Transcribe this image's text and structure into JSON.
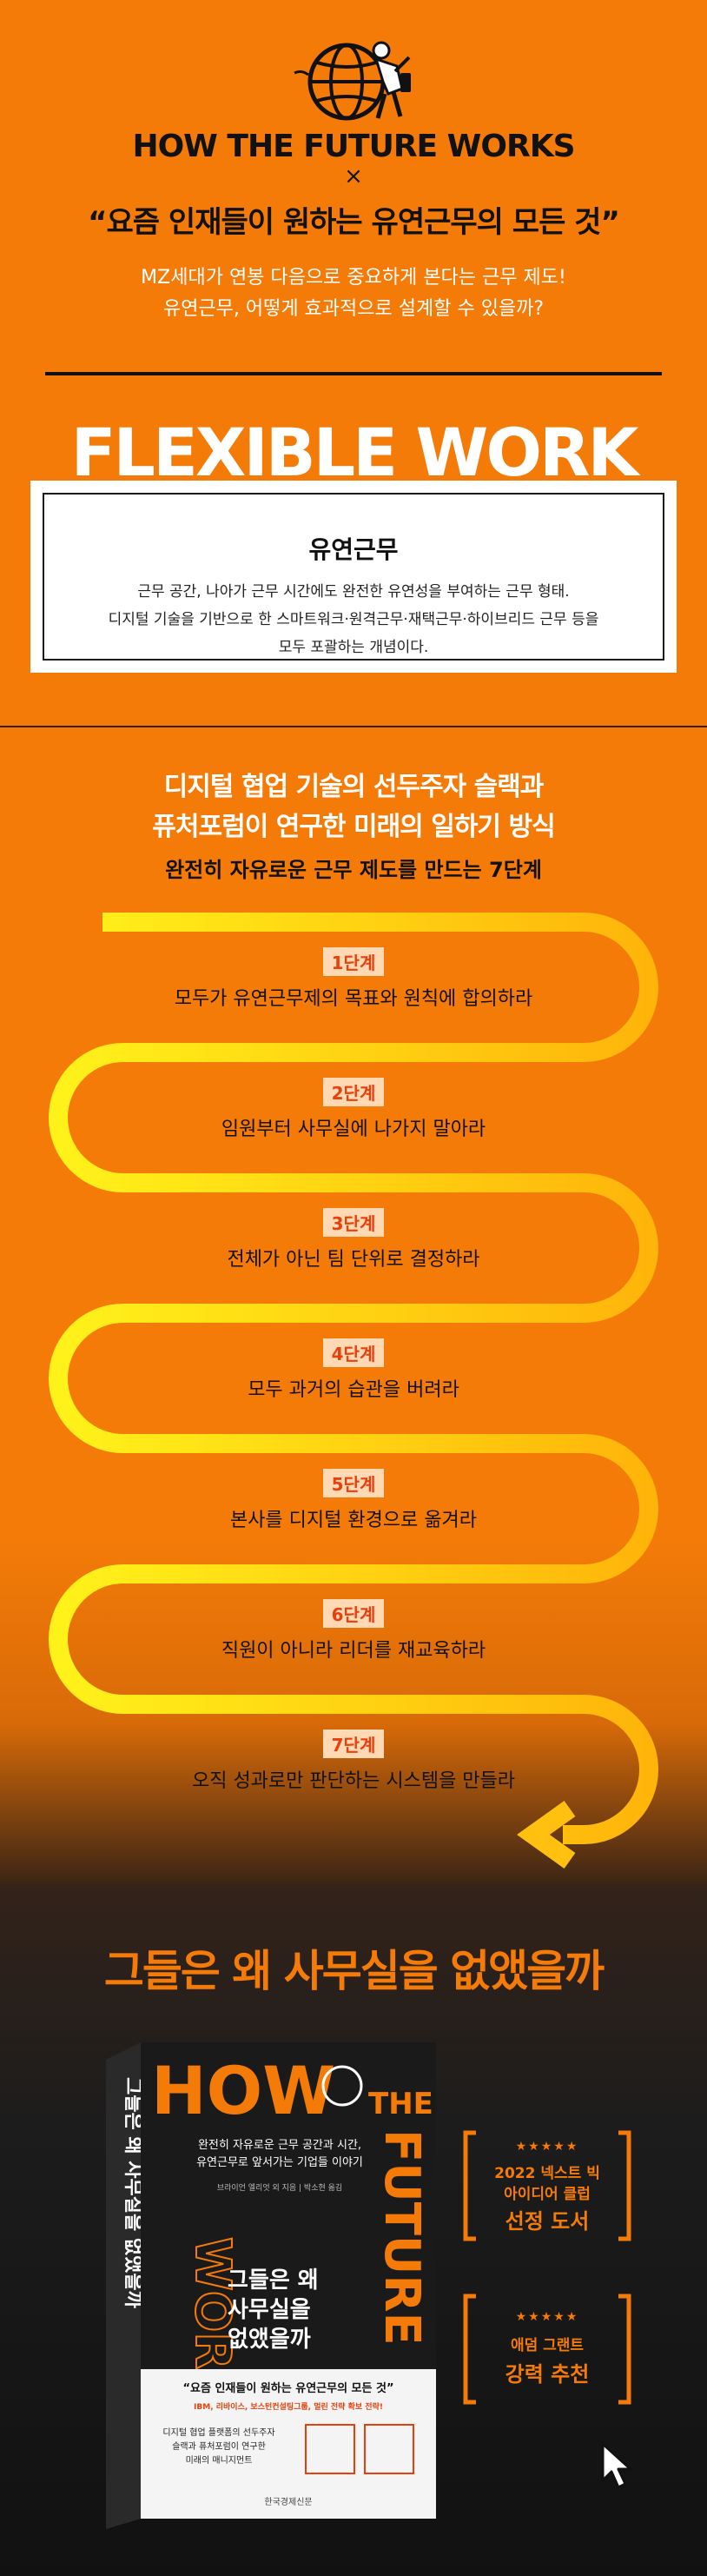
{
  "header": {
    "brand": "HOW THE FUTURE WORKS",
    "times": "×",
    "quote": "“요즘 인재들이 원하는 유연근무의 모든 것”",
    "sub_line1": "MZ세대가 연봉 다음으로 중요하게 본다는 근무 제도!",
    "sub_line2": "유연근무, 어떻게 효과적으로 설계할 수 있을까?"
  },
  "flexible": {
    "title": "FLEXIBLE WORK",
    "def_title": "유연근무",
    "def_line1": "근무 공간, 나아가 근무 시간에도 완전한 유연성을 부여하는 근무 형태.",
    "def_line2": "디지털 기술을 기반으로 한 스마트워크·원격근무·재택근무·하이브리드 근무 등을",
    "def_line3": "모두 포괄하는 개념이다."
  },
  "steps_section": {
    "title_line1": "디지털 협업 기술의 선두주자 슬랙과",
    "title_line2": "퓨처포럼이 연구한 미래의 일하기 방식",
    "subtitle": "완전히 자유로운 근무 제도를 만드는 7단계",
    "steps": [
      {
        "badge": "1단계",
        "text": "모두가 유연근무제의 목표와 원칙에 합의하라"
      },
      {
        "badge": "2단계",
        "text": "임원부터 사무실에 나가지 말아라"
      },
      {
        "badge": "3단계",
        "text": "전체가 아닌 팀 단위로 결정하라"
      },
      {
        "badge": "4단계",
        "text": "모두 과거의 습관을 버려라"
      },
      {
        "badge": "5단계",
        "text": "본사를 디지털 환경으로 옮겨라"
      },
      {
        "badge": "6단계",
        "text": "직원이 아니라 리더를 재교육하라"
      },
      {
        "badge": "7단계",
        "text": "오직 성과로만 판단하는 시스템을 만들라"
      }
    ]
  },
  "book_section": {
    "title": "그들은 왜 사무실을 없앴을까",
    "cover": {
      "how": "HOW",
      "the": "THE",
      "future": "FUTURE",
      "works": "WORKS",
      "tagline1": "완전히 자유로운 근무 공간과 시간,",
      "tagline2": "유연근무로 앞서가는 기업들 이야기",
      "authors": "브라이언 엘리엇 외 지음 | 박소현 옮김",
      "korean_title1": "그들은 왜",
      "korean_title2": "사무실을",
      "korean_title3": "없앴을까",
      "spine": "그들은 왜 사무실을 없앴을까",
      "band_quote": "“요즘 인재들이 원하는 유연근무의 모든 것”",
      "band_sub": "IBM, 리바이스, 보스턴컨설팅그룹, 멀린 전략 확보 전략!",
      "band_desc1": "디지털 협업 플랫폼의 선두주자",
      "band_desc2": "슬랙과 퓨처포럼이 연구한",
      "band_desc3": "미래의 매니지먼트",
      "publisher": "한국경제신문"
    },
    "award1": {
      "stars": "★★★★★",
      "line1": "2022 넥스트 빅",
      "line2": "아이디어 클럽",
      "line3": "선정 도서"
    },
    "award2": {
      "stars": "★★★★★",
      "line1": "애덤 그랜트",
      "line2": "강력 추천"
    }
  },
  "colors": {
    "brand_orange": "#f47b08",
    "snake_yellow": "#ffcc10",
    "badge_bg": "#ffd9b3",
    "badge_text": "#e8400d",
    "dark": "#111111"
  }
}
